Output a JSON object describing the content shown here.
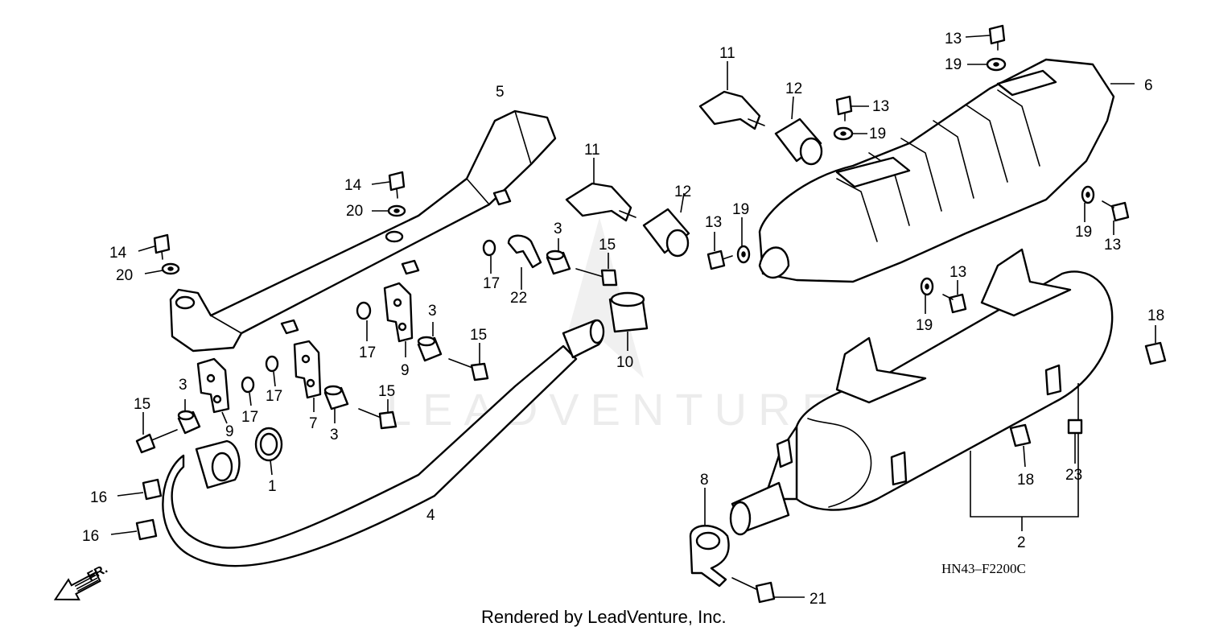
{
  "callouts": [
    {
      "text": "1"
    },
    {
      "text": "2"
    },
    {
      "text": "3"
    },
    {
      "text": "3"
    },
    {
      "text": "3"
    },
    {
      "text": "3"
    },
    {
      "text": "4"
    },
    {
      "text": "5"
    },
    {
      "text": "6"
    },
    {
      "text": "7"
    },
    {
      "text": "8"
    },
    {
      "text": "9"
    },
    {
      "text": "9"
    },
    {
      "text": "10"
    },
    {
      "text": "11"
    },
    {
      "text": "11"
    },
    {
      "text": "12"
    },
    {
      "text": "12"
    },
    {
      "text": "13"
    },
    {
      "text": "13"
    },
    {
      "text": "13"
    },
    {
      "text": "13"
    },
    {
      "text": "13"
    },
    {
      "text": "14"
    },
    {
      "text": "14"
    },
    {
      "text": "15"
    },
    {
      "text": "15"
    },
    {
      "text": "15"
    },
    {
      "text": "15"
    },
    {
      "text": "16"
    },
    {
      "text": "16"
    },
    {
      "text": "17"
    },
    {
      "text": "17"
    },
    {
      "text": "17"
    },
    {
      "text": "17"
    },
    {
      "text": "18"
    },
    {
      "text": "18"
    },
    {
      "text": "19"
    },
    {
      "text": "19"
    },
    {
      "text": "19"
    },
    {
      "text": "19"
    },
    {
      "text": "19"
    },
    {
      "text": "20"
    },
    {
      "text": "20"
    },
    {
      "text": "21"
    },
    {
      "text": "22"
    },
    {
      "text": "23"
    }
  ],
  "diagram_code": "HN43–F2200C",
  "credit": "Rendered by LeadVenture, Inc.",
  "watermark": "LEADVENTURE",
  "direction_label": "FR.",
  "icons": [
    "front-direction-arrow-icon",
    "leadventure-watermark-logo"
  ]
}
